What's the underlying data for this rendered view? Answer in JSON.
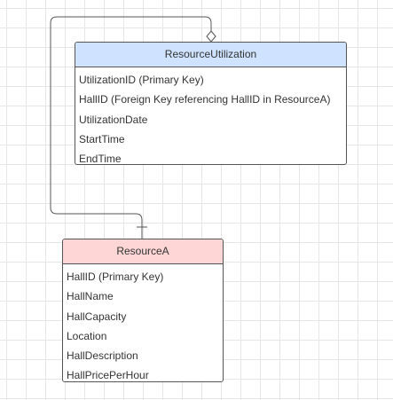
{
  "entities": {
    "resource_utilization": {
      "title": "ResourceUtilization",
      "header_color": "#cfe2ff",
      "fields": [
        "UtilizationID (Primary Key)",
        "HallID (Foreign Key referencing HallID in ResourceA)",
        "UtilizationDate",
        "StartTime",
        "EndTime"
      ]
    },
    "resource_a": {
      "title": "ResourceA",
      "header_color": "#ffd6d6",
      "fields": [
        "HallID (Primary Key)",
        "HallName",
        "HallCapacity",
        "Location",
        "HallDescription",
        "HallPricePerHour"
      ]
    }
  },
  "relationship": {
    "from": "ResourceUtilization",
    "to": "ResourceA",
    "from_end": "diamond",
    "to_end": "one"
  }
}
